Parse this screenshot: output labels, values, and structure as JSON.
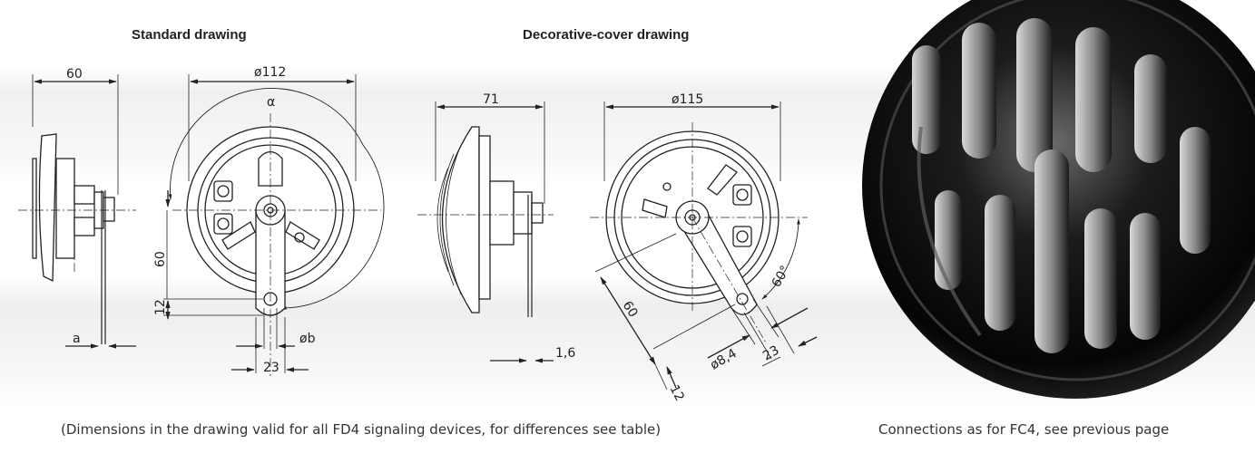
{
  "titles": {
    "standard": "Standard drawing",
    "decorative": "Decorative-cover drawing"
  },
  "notes": {
    "left": "(Dimensions in the drawing valid for all FD4 signaling devices, for differences see table)",
    "right": "Connections as for FC4, see previous page"
  },
  "standard_dims": {
    "depth": "60",
    "diameter": "ø112",
    "alpha": "α",
    "height": "60",
    "offset": "12",
    "a": "a",
    "b": "øb",
    "width": "23"
  },
  "decorative_dims": {
    "depth": "71",
    "diameter": "ø115",
    "angle": "60°",
    "height": "60",
    "thickness": "1,6",
    "hole": "ø8,4",
    "width": "23",
    "offset": "12"
  },
  "photo": {
    "subject": "black horn with decorative slotted cover"
  }
}
